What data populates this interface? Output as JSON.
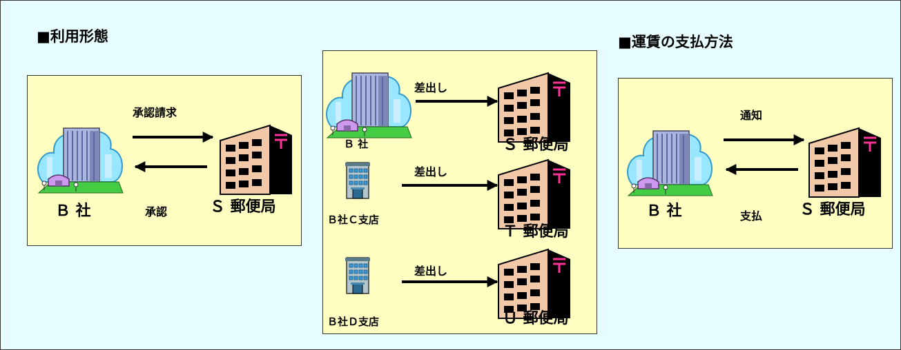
{
  "headings": {
    "usage": "■利用形態",
    "payment": "■運賃の支払方法"
  },
  "usage_panel": {
    "company": "Ｂ 社",
    "post_office": "Ｓ 郵便局",
    "request_label": "承認請求",
    "approve_label": "承認"
  },
  "dispatch_panel": {
    "rows": [
      {
        "sender": "Ｂ 社",
        "action": "差出し",
        "post_office": "Ｓ 郵便局"
      },
      {
        "sender": "Ｂ社Ｃ支店",
        "action": "差出し",
        "post_office": "Ｔ 郵便局"
      },
      {
        "sender": "Ｂ社Ｄ支店",
        "action": "差出し",
        "post_office": "Ｕ 郵便局"
      }
    ]
  },
  "payment_panel": {
    "company": "Ｂ 社",
    "post_office": "Ｓ 郵便局",
    "notify_label": "通知",
    "pay_label": "支払"
  },
  "colors": {
    "background": "#e6fcff",
    "panel": "#ffffc1",
    "post_office_mark": "#ff3399"
  },
  "icons": [
    "office-building-icon",
    "branch-building-icon",
    "post-office-icon",
    "arrow-right-icon",
    "arrow-left-icon"
  ]
}
